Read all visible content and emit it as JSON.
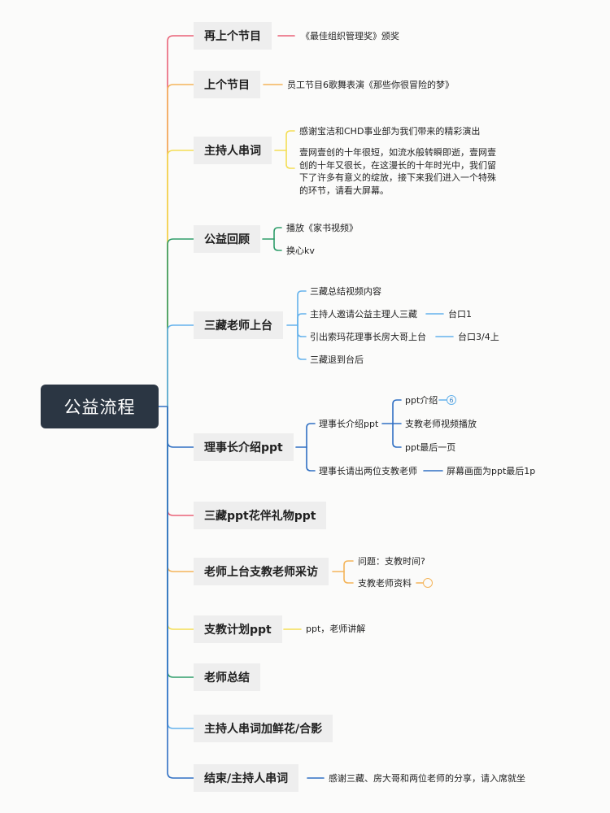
{
  "root": {
    "label": "公益流程"
  },
  "topics": [
    {
      "label": "再上个节目",
      "color": "#e96378"
    },
    {
      "label": "上个节目",
      "color": "#f4b55b"
    },
    {
      "label": "主持人串词",
      "color": "#f4de55"
    },
    {
      "label": "公益回顾",
      "color": "#2f9e6b"
    },
    {
      "label": "三藏老师上台",
      "color": "#64b2ec"
    },
    {
      "label": "理事长介绍ppt",
      "color": "#2f6fc3"
    },
    {
      "label": "三藏ppt花伴礼物ppt",
      "color": "#e96378"
    },
    {
      "label": "老师上台支教老师采访",
      "color": "#f4b55b"
    },
    {
      "label": "支教计划ppt",
      "color": "#f4de55"
    },
    {
      "label": "老师总结",
      "color": "#2f9e6b"
    },
    {
      "label": "主持人串词加鲜花/合影",
      "color": "#64b2ec"
    },
    {
      "label": "结束/主持人串词",
      "color": "#2f6fc3"
    }
  ],
  "leaves": {
    "award": "《最佳组织管理奖》颁奖",
    "dance": "员工节目6歌舞表演《那些你很冒险的梦》",
    "host_thanks": "感谢宝洁和CHD事业部为我们带来的精彩演出",
    "host_para": "壹网壹创的十年很短，如流水般转瞬即逝，壹网壹创的十年又很长，在这漫长的十年时光中，我们留下了许多有意义的绽放，接下来我们进入一个特殊的环节，请看大屏幕。",
    "play_video": "播放《家书视频》",
    "change_kv": "换心kv",
    "sanzang_summary": "三藏总结视频内容",
    "host_invite": "主持人邀请公益主理人三藏",
    "stage1": "台口1",
    "introduce_chair": "引出索玛花理事长房大哥上台",
    "stage34": "台口3/4上",
    "sanzang_back": "三藏退到台后",
    "chair_ppt": "理事长介绍ppt",
    "ppt_intro": "ppt介绍",
    "ppt_intro_badge": "6",
    "teacher_video": "支教老师视频播放",
    "ppt_last": "ppt最后一页",
    "chair_invite": "理事长请出两位支教老师",
    "screen_last": "屏幕画面为ppt最后1p",
    "question": "问题：支教时间?",
    "teacher_info": "支教老师资料",
    "ppt_teacher": "ppt，老师讲解",
    "closing": "感谢三藏、房大哥和两位老师的分享，请入席就坐"
  }
}
